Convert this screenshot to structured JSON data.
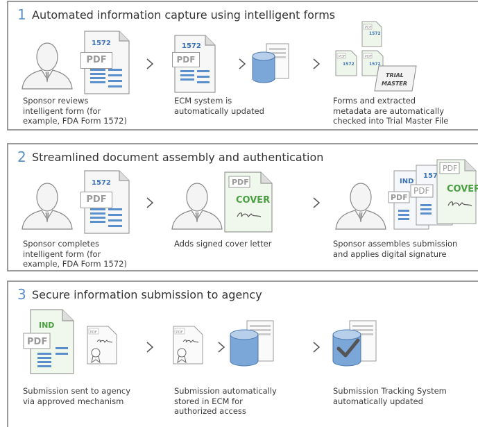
{
  "sections": [
    {
      "number": "1",
      "title": "Automated information capture using intelligent forms",
      "captions": [
        "Sponsor reviews\nintelligent form (for\nexample, FDA Form 1572)",
        "ECM system is\nautomatically updated",
        "Forms and extracted\nmetadata are automatically\nchecked into Trial Master File"
      ]
    },
    {
      "number": "2",
      "title": "Streamlined document assembly and authentication",
      "captions": [
        "Sponsor completes\nintelligent form (for\nexample, FDA Form 1572)",
        "Adds signed cover letter",
        "Sponsor assembles submission\nand applies digital signature"
      ]
    },
    {
      "number": "3",
      "title": "Secure information submission to agency",
      "captions": [
        "Submission sent to agency\nvia approved mechanism",
        "Submission automatically\nstored in ECM for\nauthorized access",
        "Submission Tracking System\nautomatically updated"
      ]
    }
  ],
  "doc_labels": {
    "form_number": "1572",
    "form_number_short": "157",
    "pdf": "PDF",
    "cover": "COVER",
    "ind": "IND",
    "trial_master_line1": "TRIAL",
    "trial_master_line2": "MASTER",
    "signature": "Sr-Ben"
  },
  "colors": {
    "accent_blue": "#5b8fcc",
    "cover_green": "#4aa040",
    "panel_border": "#9a9a9a"
  }
}
